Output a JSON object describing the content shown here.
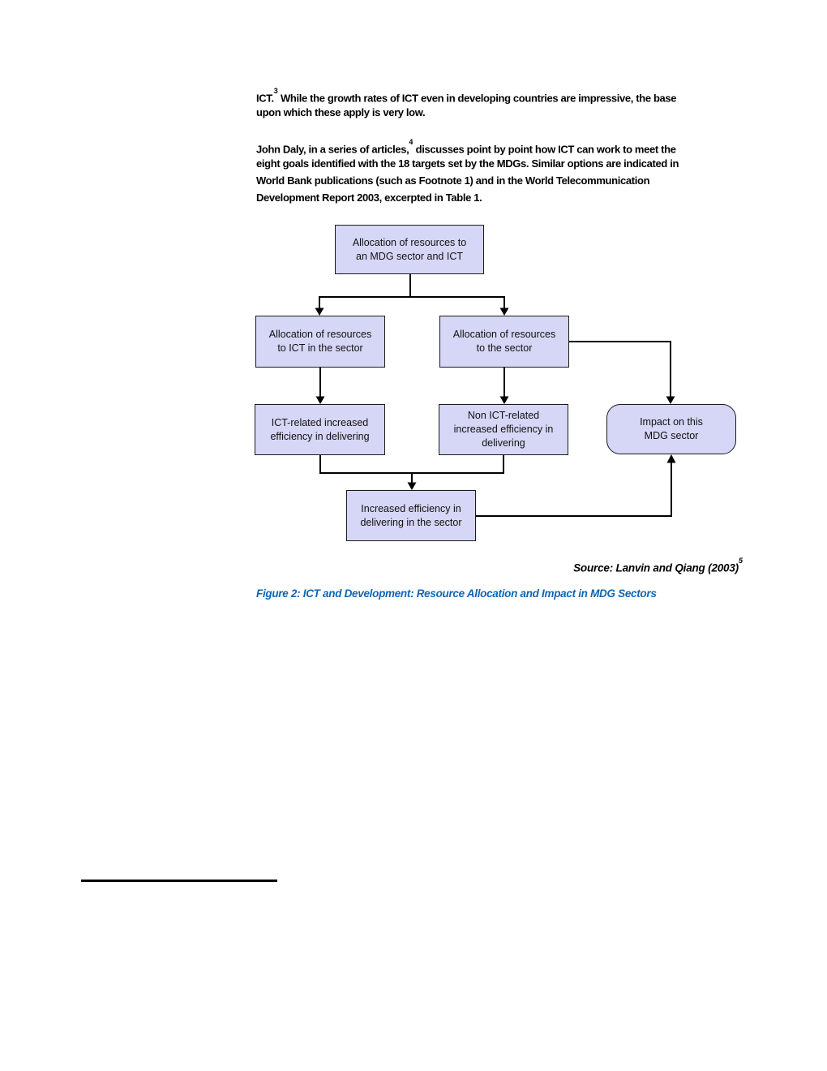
{
  "paragraph1": {
    "line1_pre": "ICT.",
    "line1_sup": "3",
    "line1_rest": " While the growth rates of ICT even in developing countries are impressive, the base",
    "line2": "upon which these apply is very low."
  },
  "paragraph2": {
    "line1_pre": "John Daly, in a series of articles,",
    "line1_sup": "4",
    "line1_rest": " discusses point by point how ICT can work to meet the",
    "line2": "eight goals identified with the 18 targets set by the MDGs. Similar options are indicated in",
    "line3": "World Bank publications (such as Footnote 1) and in the World Telecommunication",
    "line4": "Development Report 2003, excerpted in Table 1."
  },
  "diagram": {
    "box_fill": "#d6d6f6",
    "box_border": "#1a1a1a",
    "connector_color": "#000000",
    "boxes": {
      "top": {
        "lines": [
          "Allocation of resources to",
          "an MDG sector and ICT"
        ]
      },
      "r2_left": {
        "lines": [
          "Allocation of resources",
          "to ICT in the sector"
        ]
      },
      "r2_right": {
        "lines": [
          "Allocation of resources",
          "to the sector"
        ]
      },
      "r3_left": {
        "lines": [
          "ICT-related increased",
          "efficiency in delivering"
        ]
      },
      "r3_mid": {
        "lines": [
          "Non ICT-related",
          "increased efficiency in",
          "delivering"
        ]
      },
      "impact": {
        "lines": [
          "Impact on this",
          "MDG sector"
        ]
      },
      "r4": {
        "lines": [
          "Increased efficiency in",
          "delivering in the sector"
        ]
      }
    }
  },
  "source_note": {
    "text": "Source: Lanvin and Qiang (2003)",
    "sup": "5"
  },
  "caption": {
    "text": "Figure 2: ICT and Development: Resource Allocation and Impact in MDG Sectors",
    "color": "#1065b2"
  }
}
